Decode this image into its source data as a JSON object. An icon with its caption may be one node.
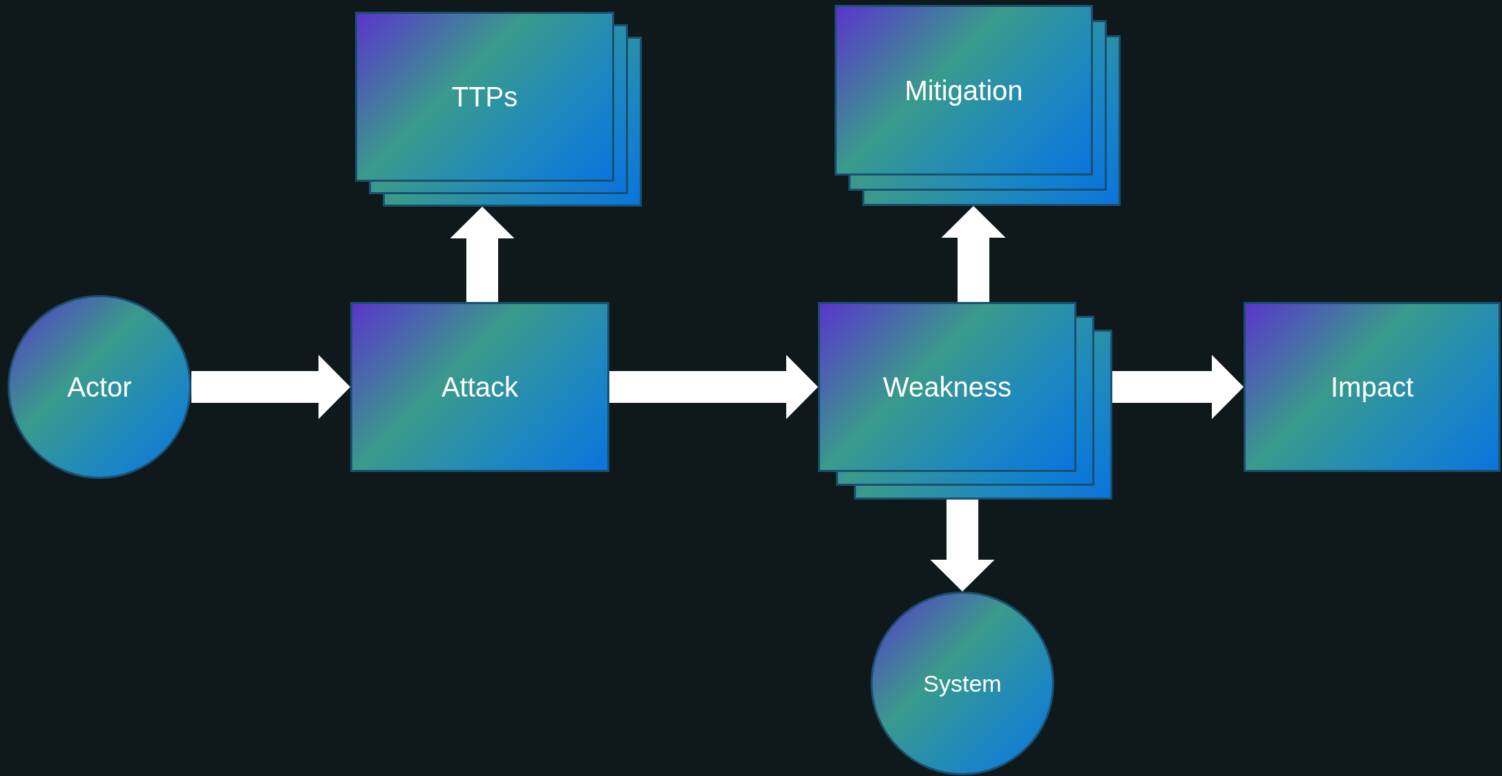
{
  "diagram": {
    "nodes": [
      {
        "text": [
          "Actor"
        ]
      },
      {
        "text": [
          "Attack"
        ]
      },
      {
        "text": [
          "TTPs"
        ]
      },
      {
        "text": [
          "Weakness"
        ]
      },
      {
        "text": [
          "Mitigation"
        ]
      },
      {
        "text": [
          "Impact"
        ]
      },
      {
        "text": [
          "System"
        ]
      }
    ],
    "edges": [
      {
        "from": 0,
        "to": 1,
        "arrow": "to"
      },
      {
        "from": 1,
        "to": 2,
        "arrow": "to"
      },
      {
        "from": 1,
        "to": 3,
        "arrow": "to"
      },
      {
        "from": 3,
        "to": 4,
        "arrow": "to"
      },
      {
        "from": 3,
        "to": 5,
        "arrow": "to"
      },
      {
        "from": 3,
        "to": 6,
        "arrow": "to"
      }
    ]
  }
}
